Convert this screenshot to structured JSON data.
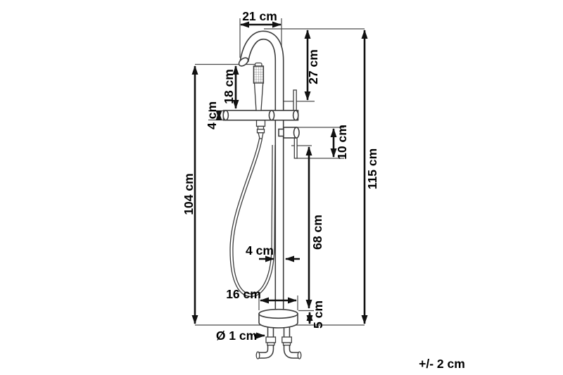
{
  "diagram": {
    "subject": "freestanding-bathtub-faucet-dimension-drawing",
    "units": "cm",
    "line_color": "#111111",
    "drawing_color": "#3c3c3c",
    "background": "#ffffff",
    "tolerance": "+/- 2 cm",
    "dimensions": {
      "spout_width": "21 cm",
      "spout_drop": "27 cm",
      "spout_to_holder": "18 cm",
      "holder_arm_thickness": "4 cm",
      "handle_spacing": "10 cm",
      "floor_to_spout": "104 cm",
      "total_height": "115 cm",
      "column_diameter": "4 cm",
      "floor_to_mixer_body": "68 cm",
      "base_diameter": "16 cm",
      "base_height": "5 cm",
      "supply_pipe_diameter": "Ø 1 cm"
    }
  }
}
